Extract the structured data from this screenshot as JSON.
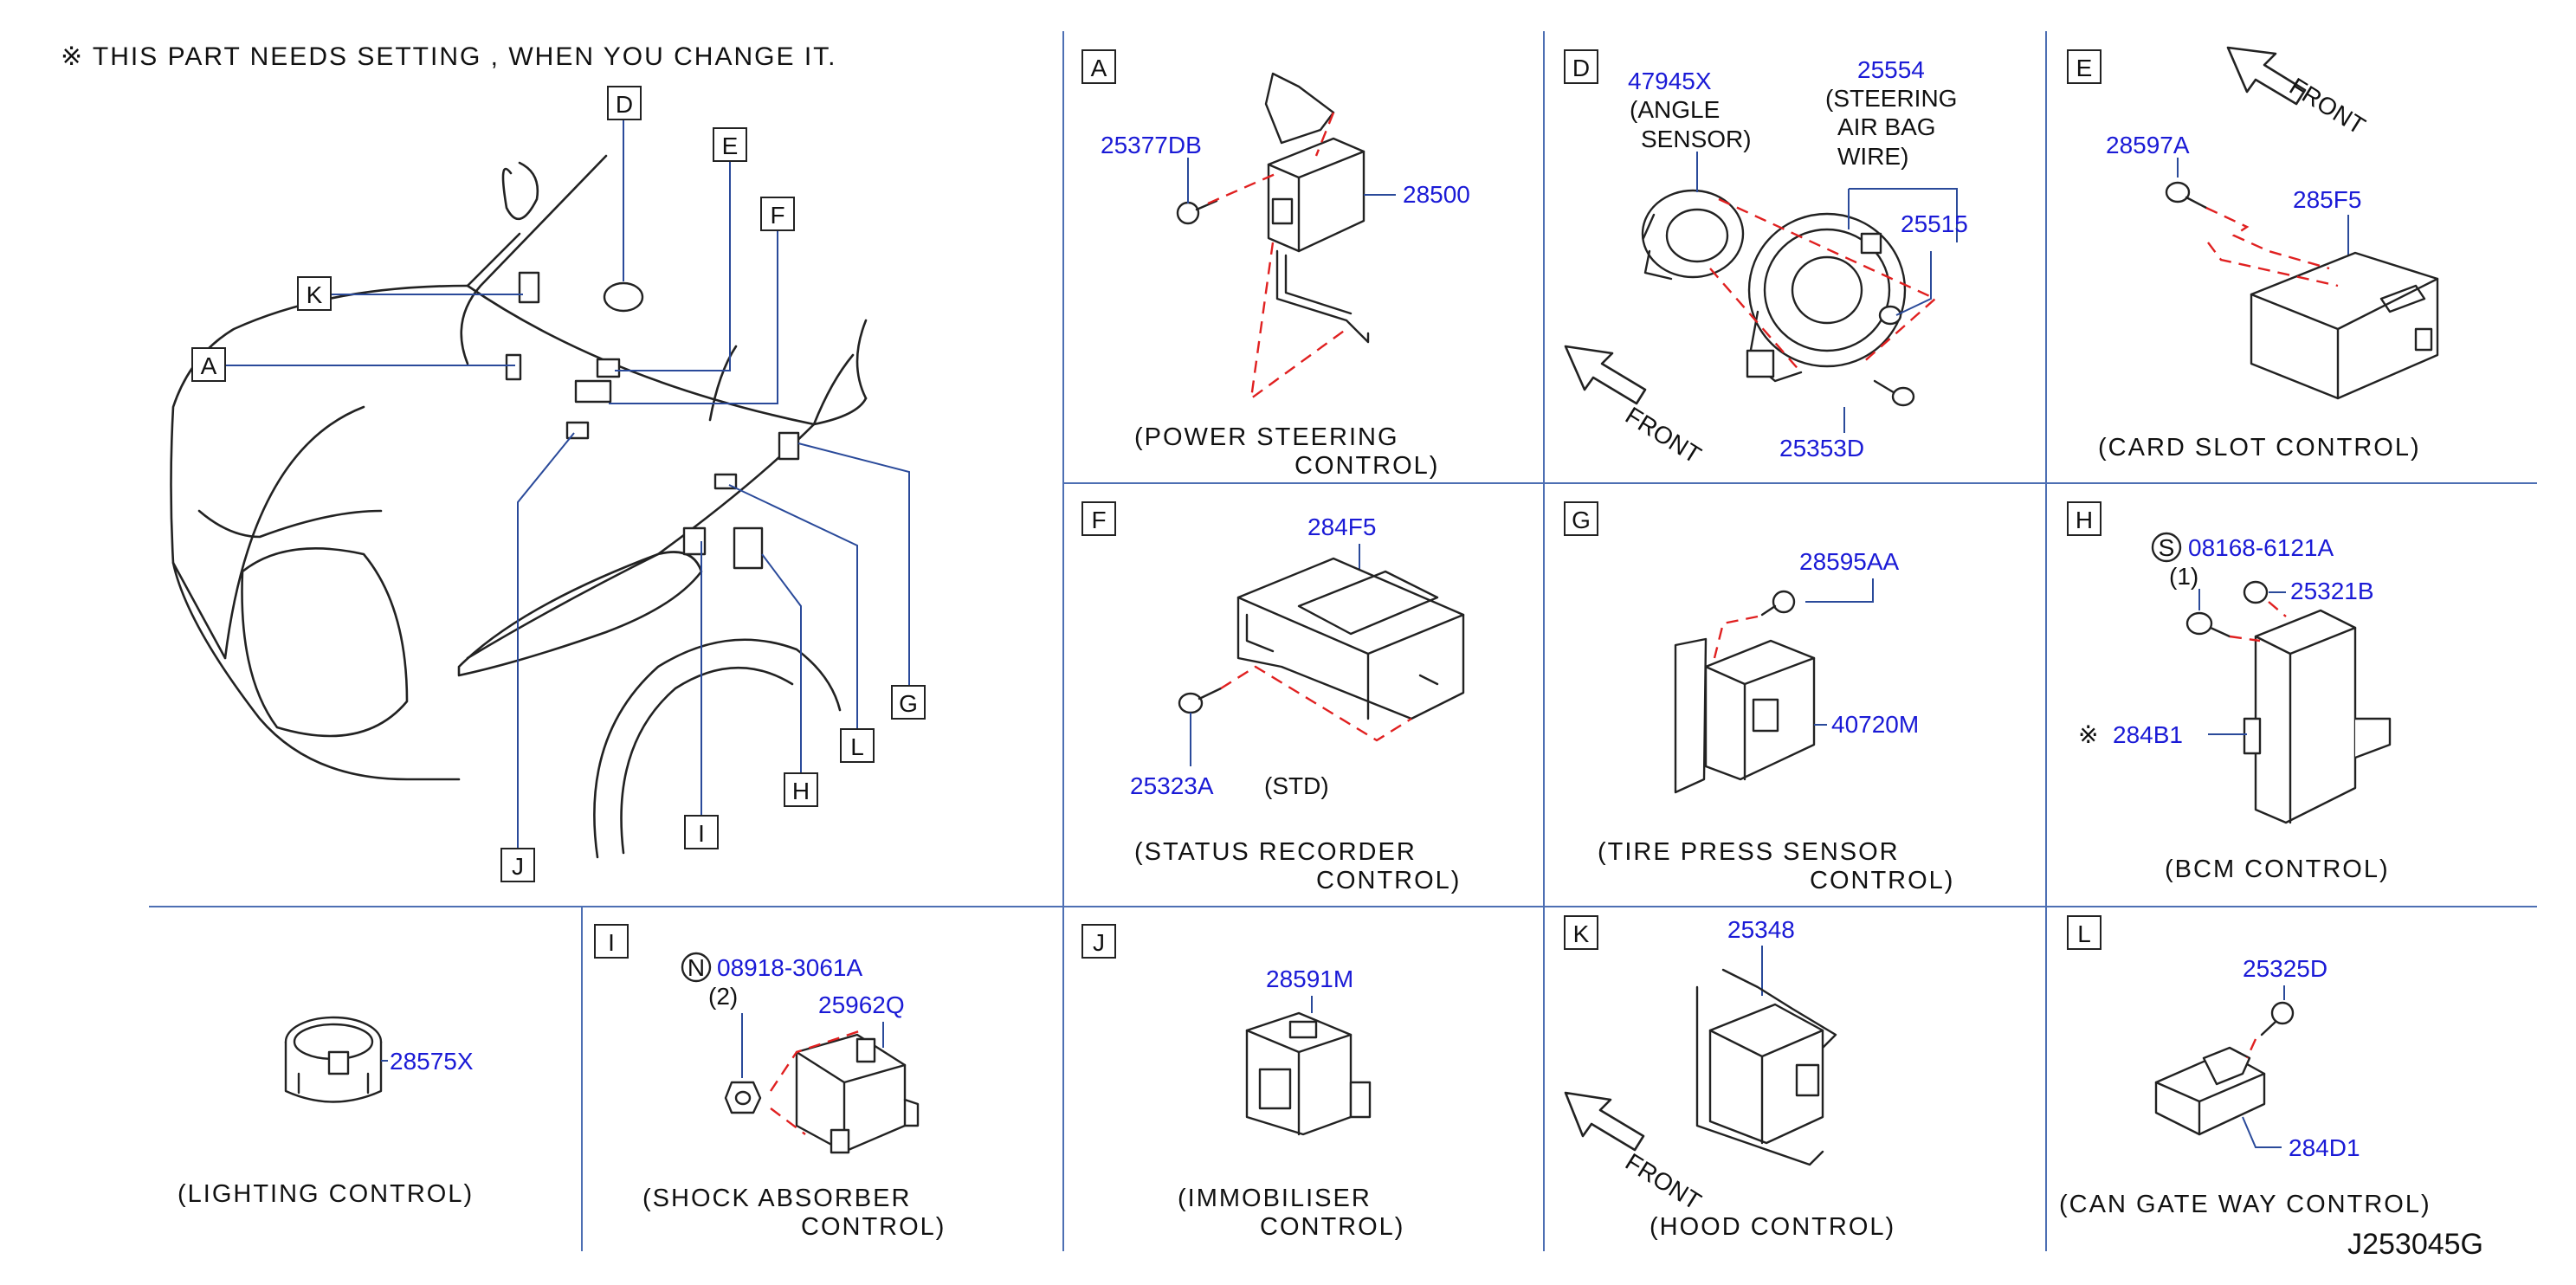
{
  "note": "※ THIS PART NEEDS SETTING , WHEN YOU CHANGE IT.",
  "drawing_code": "J253045G",
  "vehicle_labels": [
    "A",
    "D",
    "E",
    "F",
    "K",
    "G",
    "H",
    "I",
    "J",
    "L"
  ],
  "front_label": "FRONT",
  "panels": {
    "A": {
      "letter": "A",
      "parts": [
        "25377DB",
        "28500"
      ],
      "caption": [
        "(POWER   STEERING",
        "CONTROL)"
      ]
    },
    "D": {
      "letter": "D",
      "parts": [
        "47945X",
        "25554",
        "25515",
        "25353D"
      ],
      "texts": [
        "(ANGLE",
        "SENSOR)",
        "(STEERING",
        "AIR  BAG",
        "WIRE)"
      ]
    },
    "E": {
      "letter": "E",
      "parts": [
        "28597A",
        "285F5"
      ],
      "caption": [
        "(CARD   SLOT   CONTROL)"
      ]
    },
    "F": {
      "letter": "F",
      "parts": [
        "284F5",
        "25323A"
      ],
      "std": "(STD)",
      "caption": [
        "(STATUS   RECORDER",
        "CONTROL)"
      ]
    },
    "G": {
      "letter": "G",
      "parts": [
        "28595AA",
        "40720M"
      ],
      "caption": [
        "(TIRE   PRESS   SENSOR",
        "CONTROL)"
      ]
    },
    "H": {
      "letter": "H",
      "parts": [
        "08168-6121A",
        "25321B",
        "284B1"
      ],
      "circle": "S",
      "qty": "(1)",
      "mark": "※",
      "caption": [
        "(BCM   CONTROL)"
      ]
    },
    "LC": {
      "parts": [
        "28575X"
      ],
      "caption": [
        "(LIGHTING   CONTROL)"
      ]
    },
    "I": {
      "letter": "I",
      "parts": [
        "08918-3061A",
        "25962Q"
      ],
      "circle": "N",
      "qty": "(2)",
      "caption": [
        "(SHOCK   ABSORBER",
        "CONTROL)"
      ]
    },
    "J": {
      "letter": "J",
      "parts": [
        "28591M"
      ],
      "caption": [
        "(IMMOBILISER",
        "CONTROL)"
      ]
    },
    "K": {
      "letter": "K",
      "parts": [
        "25348"
      ],
      "caption": [
        "(HOOD   CONTROL)"
      ]
    },
    "L": {
      "letter": "L",
      "parts": [
        "25325D",
        "284D1"
      ],
      "caption": [
        "(CAN   GATE   WAY       CONTROL)"
      ]
    }
  }
}
